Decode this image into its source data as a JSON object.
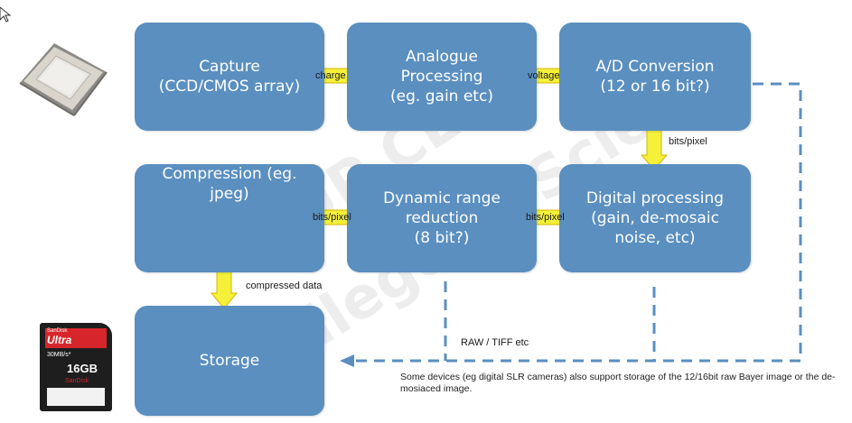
{
  "nodes": {
    "capture": "Capture\n(CCD/CMOS array)",
    "analogue": "Analogue\nProcessing\n(eg. gain etc)",
    "adc": "A/D Conversion\n(12 or 16 bit?)",
    "digital": "Digital processing\n(gain, de-mosaic\nnoise, etc)",
    "dynamic": "Dynamic range\nreduction\n(8 bit?)",
    "compression": "Compression (eg.\njpeg)",
    "storage": "Storage"
  },
  "edges": {
    "capture_analogue": "charge",
    "analogue_adc": "voltage",
    "adc_digital": "bits/pixel",
    "digital_dynamic": "bits/pixel",
    "dynamic_compression": "bits/pixel",
    "compression_storage": "compressed data",
    "raw_path": "RAW / TIFF etc"
  },
  "note": "Some devices (eg digital SLR cameras) also support storage of the 12/16bit raw Bayer image or the de-mosiaced image.",
  "sd_card": {
    "brand": "SanDisk",
    "line": "Ultra",
    "speed": "30MB/s*",
    "capacity": "16GB",
    "brand_bottom": "SanDisk"
  },
  "watermark": {
    "line1": "UP CEBU",
    "line2": "College of Science"
  },
  "colors": {
    "box": "#5a8fc0",
    "arrow": "#f5f03a",
    "dashed": "#5a8fc0"
  }
}
